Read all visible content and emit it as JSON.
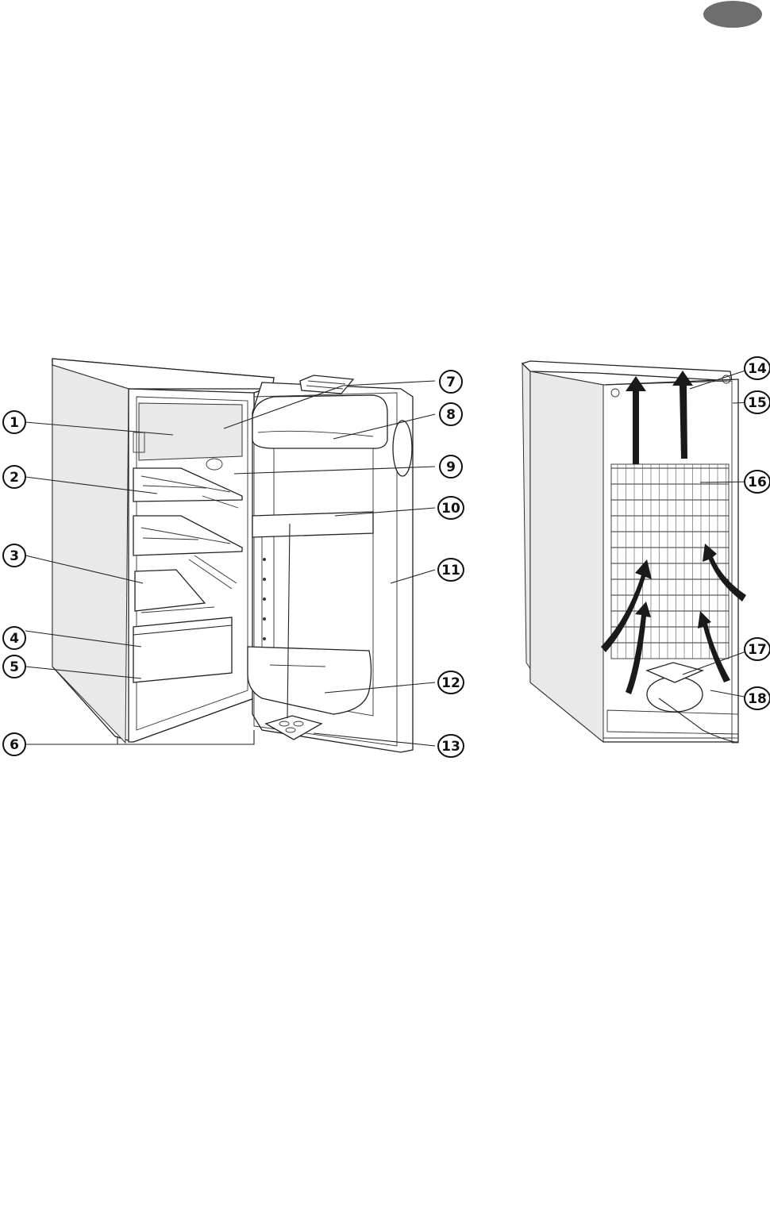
{
  "page": {
    "lang_tab_color": "#6e6e6e"
  },
  "figure_front": {
    "callouts": [
      {
        "id": "1",
        "label": "1"
      },
      {
        "id": "2",
        "label": "2"
      },
      {
        "id": "3",
        "label": "3"
      },
      {
        "id": "4",
        "label": "4"
      },
      {
        "id": "5",
        "label": "5"
      },
      {
        "id": "6",
        "label": "6"
      },
      {
        "id": "7",
        "label": "7"
      },
      {
        "id": "8",
        "label": "8"
      },
      {
        "id": "9",
        "label": "9"
      },
      {
        "id": "10",
        "label": "10"
      },
      {
        "id": "11",
        "label": "11"
      },
      {
        "id": "12",
        "label": "12"
      },
      {
        "id": "13",
        "label": "13"
      }
    ]
  },
  "figure_back": {
    "callouts": [
      {
        "id": "14",
        "label": "14"
      },
      {
        "id": "15",
        "label": "15"
      },
      {
        "id": "16",
        "label": "16"
      },
      {
        "id": "17",
        "label": "17"
      },
      {
        "id": "18",
        "label": "18"
      }
    ]
  }
}
